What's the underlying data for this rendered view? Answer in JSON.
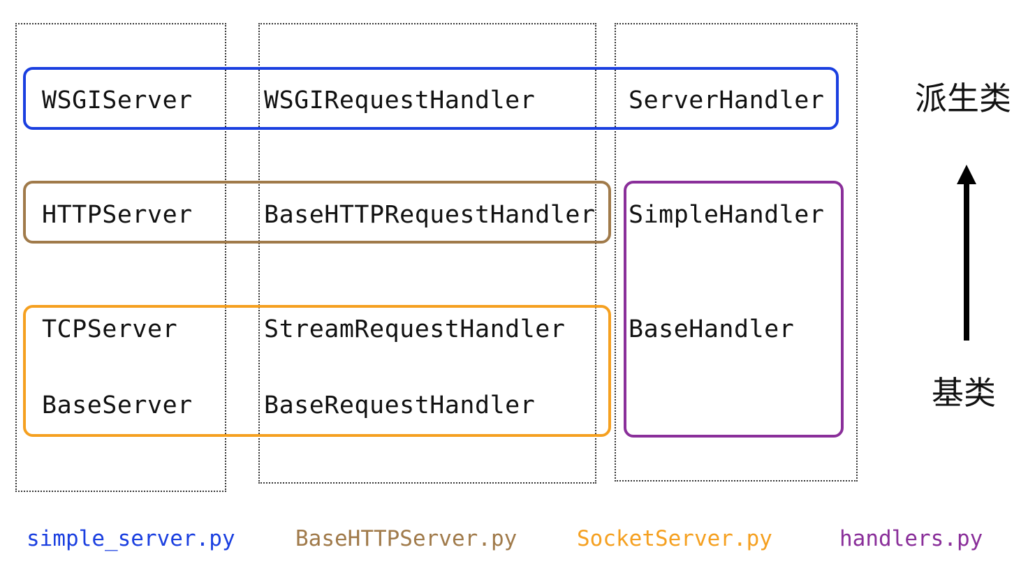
{
  "modules": {
    "simple_server": "simple_server.py",
    "basehttpserver": "BaseHTTPServer.py",
    "socketserver": "SocketServer.py",
    "handlers": "handlers.py"
  },
  "classes": {
    "wsgi_server": "WSGIServer",
    "wsgi_request_handler": "WSGIRequestHandler",
    "server_handler": "ServerHandler",
    "http_server": "HTTPServer",
    "base_http_request_handler": "BaseHTTPRequestHandler",
    "simple_handler": "SimpleHandler",
    "tcp_server": "TCPServer",
    "stream_request_handler": "StreamRequestHandler",
    "base_handler": "BaseHandler",
    "base_server": "BaseServer",
    "base_request_handler": "BaseRequestHandler"
  },
  "legend": {
    "derived": "派生类",
    "base": "基类"
  },
  "colors": {
    "simple_server": "#1a3fe0",
    "basehttpserver": "#a07a4a",
    "socketserver": "#f5a020",
    "handlers": "#8a2f9a",
    "text": "#111111",
    "arrow": "#000000"
  }
}
